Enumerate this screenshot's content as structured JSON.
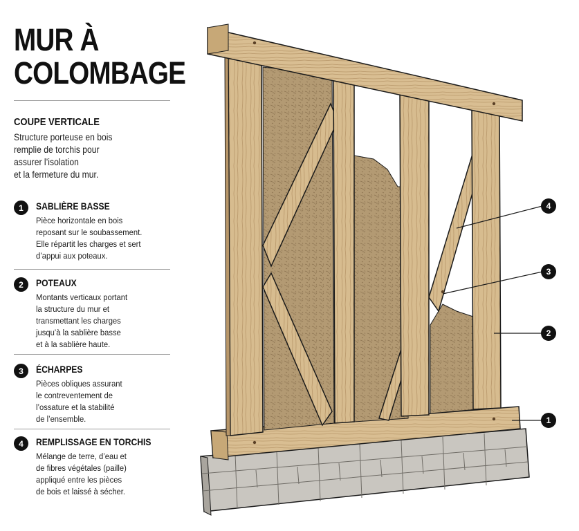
{
  "title": {
    "line1": "MUR À",
    "line2": "COLOMBAGE"
  },
  "subtitle": {
    "heading": "COUPE VERTICALE",
    "text": "Structure porteuse en bois\nremplie de torchis pour\nassurer l’isolation\net la fermeture du mur."
  },
  "items": [
    {
      "number": "1",
      "title": "SABLIÈRE BASSE",
      "description": "Pièce horizontale en bois\nreposant sur le soubassement.\nElle répartit les charges et sert\nd’appui aux poteaux."
    },
    {
      "number": "2",
      "title": "POTEAUX",
      "description": "Montants verticaux portant\nla structure du mur et\ntransmettant les charges\njusqu’à la sablière basse\net à la sablière haute."
    },
    {
      "number": "3",
      "title": "ÉCHARPES",
      "description": "Pièces obliques assurant\nle contreventement de\nl’ossature et la stabilité\nde l’ensemble."
    },
    {
      "number": "4",
      "title": "REMPLISSAGE EN TORCHIS",
      "description": "Mélange de terre, d’eau et\nde fibres végétales (paille)\nappliqué entre les pièces\nde bois et laissé à sécher."
    }
  ],
  "callouts": [
    "4",
    "3",
    "2",
    "1"
  ],
  "colors": {
    "wood": "#d7bc8f",
    "wood_dark": "#b8976a",
    "torchis": "#b39a73",
    "stone": "#c9c6c0",
    "ink": "#1a1a1a"
  }
}
